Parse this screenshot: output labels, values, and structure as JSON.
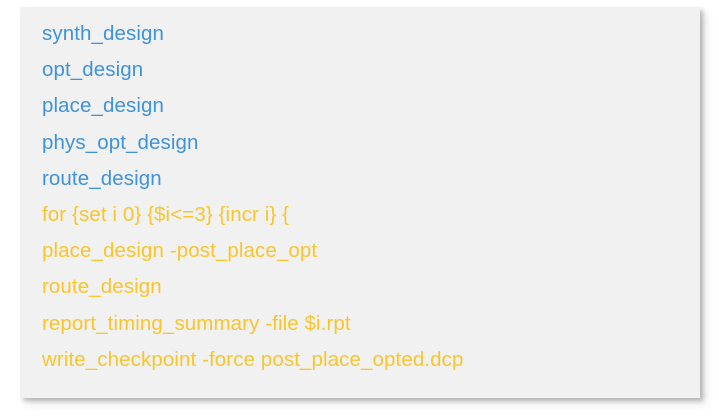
{
  "card": {
    "background_color": "#f1f1f1",
    "page_background_color": "#ffffff"
  },
  "colors": {
    "blue": "#3f93d8",
    "orange": "#f8c62c"
  },
  "code": {
    "language": "tcl",
    "lines": [
      {
        "text": "synth_design",
        "color": "blue"
      },
      {
        "text": "opt_design",
        "color": "blue"
      },
      {
        "text": "place_design",
        "color": "blue"
      },
      {
        "text": "phys_opt_design",
        "color": "blue"
      },
      {
        "text": "route_design",
        "color": "blue"
      },
      {
        "text": "for {set i 0} {$i<=3} {incr i} {",
        "color": "orange"
      },
      {
        "text": "place_design -post_place_opt",
        "color": "orange"
      },
      {
        "text": "route_design",
        "color": "orange"
      },
      {
        "text": "report_timing_summary -file $i.rpt",
        "color": "orange"
      },
      {
        "text": "write_checkpoint -force post_place_opted.dcp",
        "color": "orange"
      }
    ]
  }
}
